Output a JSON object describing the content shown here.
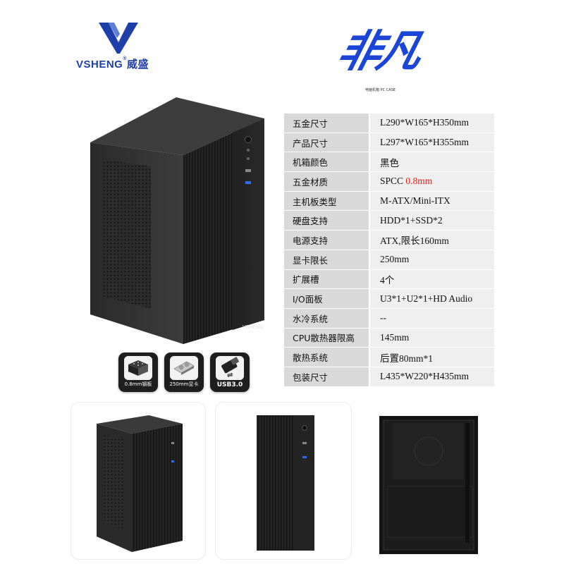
{
  "brand": {
    "name": "VSHENG",
    "registered": "®",
    "name_cn": "威盛",
    "color": "#1f3fa8"
  },
  "series": {
    "title": "非凡",
    "tagline": "电脑机箱 PC CASE",
    "color": "#1a45d6"
  },
  "case_label": "VSHENG",
  "specs": [
    {
      "key": "五金尺寸",
      "value": "L290*W165*H350mm"
    },
    {
      "key": "产品尺寸",
      "value": "L297*W165*H355mm"
    },
    {
      "key": "机箱颜色",
      "value": "黑色"
    },
    {
      "key": "五金材质",
      "value": "SPCC ",
      "highlight": "0.8mm"
    },
    {
      "key": "主机板类型",
      "value": "M-ATX/Mini-ITX"
    },
    {
      "key": "硬盘支持",
      "value": "HDD*1+SSD*2"
    },
    {
      "key": "电源支持",
      "value": "ATX,限长160mm"
    },
    {
      "key": "显卡限长",
      "value": "250mm"
    },
    {
      "key": "扩展槽",
      "value": "4个"
    },
    {
      "key": "I/O面板",
      "value": " U3*1+U2*1+HD Audio"
    },
    {
      "key": "水冷系统",
      "value": "--"
    },
    {
      "key": "CPU散热器限高",
      "value": "145mm"
    },
    {
      "key": "散热系统",
      "value": "后置80mm*1"
    },
    {
      "key": "包装尺寸",
      "value": "L435*W220*H435mm"
    }
  ],
  "highlight_color": "#e11d1d",
  "badges": [
    {
      "label": "0.8mm钢板",
      "icon": "steel-plate-icon"
    },
    {
      "label": "250mm显卡",
      "icon": "graphics-card-icon"
    },
    {
      "label": "USB3.0",
      "icon": "usb-icon"
    }
  ],
  "gallery": [
    "case-angled-view",
    "case-front-view",
    "case-open-interior-view"
  ]
}
